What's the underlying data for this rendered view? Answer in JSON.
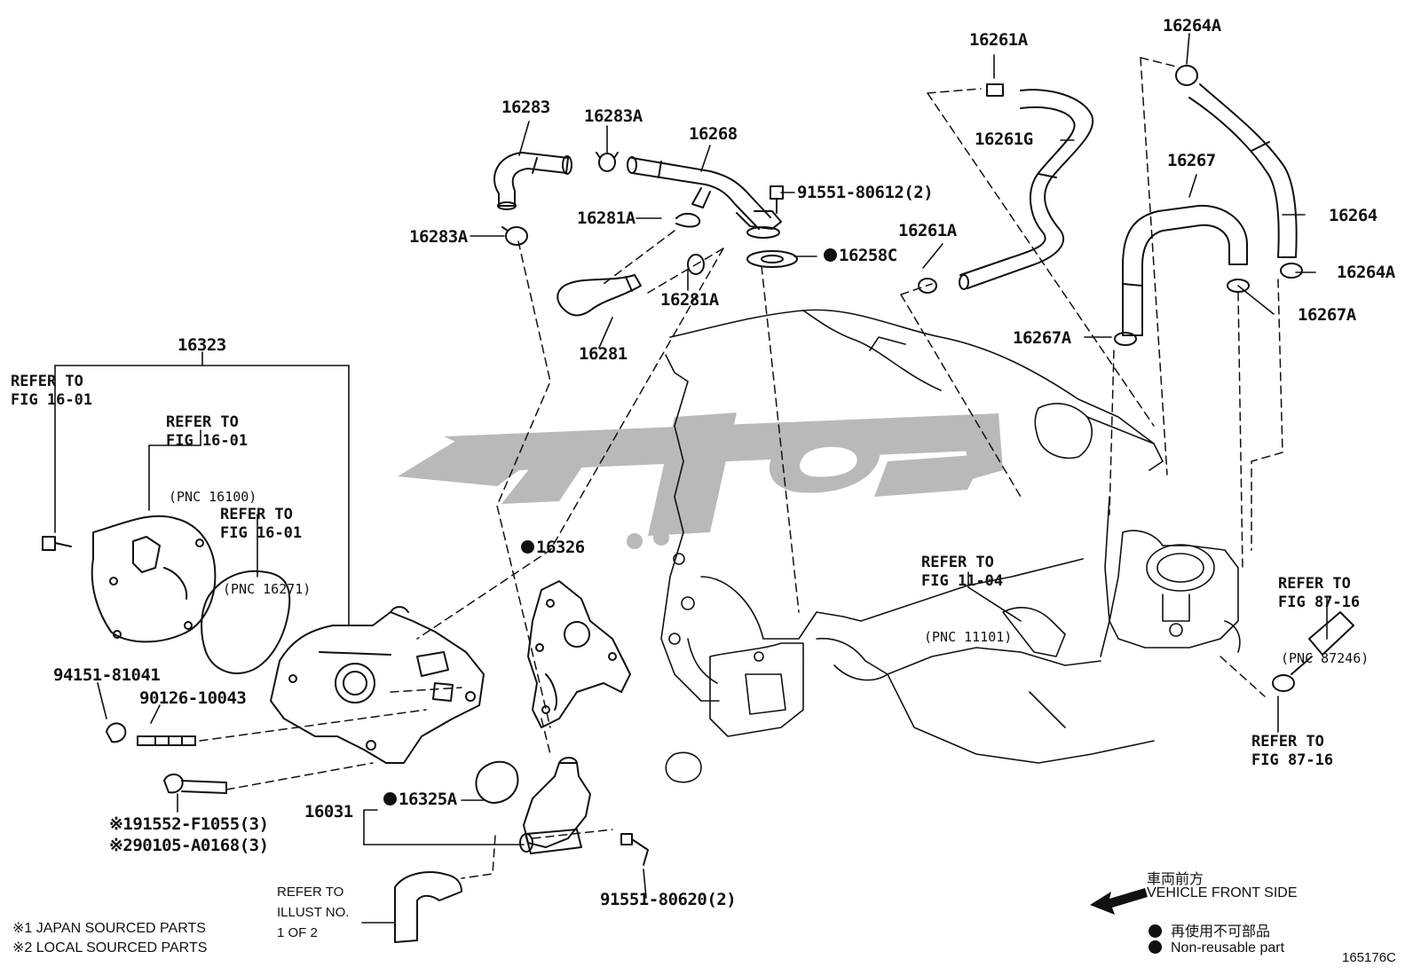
{
  "diagram_code": "165176C",
  "colors": {
    "line": "#111111",
    "watermark": "#b7b7b7",
    "background": "#ffffff"
  },
  "part_labels": {
    "p16283": "16283",
    "p16283A_top": "16283A",
    "p16268": "16268",
    "p91551_80612": "91551-80612(2)",
    "p16281A_left": "16281A",
    "p16283A_left": "16283A",
    "p16258C": "16258C",
    "p16281A_lower": "16281A",
    "p16281": "16281",
    "p16261A_top": "16261A",
    "p16261G": "16261G",
    "p16261A_mid": "16261A",
    "p16264A_top": "16264A",
    "p16267": "16267",
    "p16264": "16264",
    "p16264A_right": "16264A",
    "p16267A_right": "16267A",
    "p16267A_mid": "16267A",
    "p16323": "16323",
    "p16326": "16326",
    "p94151_81041": "94151-81041",
    "p90126_10043": "90126-10043",
    "p16325A": "16325A",
    "p16031": "16031",
    "p91552_F1055": "※191552-F1055(3)",
    "p90105_A0168": "※290105-A0168(3)",
    "p91551_80620": "91551-80620(2)"
  },
  "references": {
    "ref_left": "REFER TO\nFIG 16-01",
    "ref_16100_main": "REFER TO\nFIG 16-01",
    "ref_16100_pnc": "(PNC 16100)",
    "ref_16271_main": "REFER TO\nFIG 16-01",
    "ref_16271_pnc": "(PNC 16271)",
    "ref_11101_main": "REFER TO\nFIG 11-04",
    "ref_11101_pnc": "(PNC 11101)",
    "ref_87246_main": "REFER TO\nFIG 87-16",
    "ref_87246_pnc": "(PNC 87246)",
    "ref_8716_bottom": "REFER TO\nFIG 87-16",
    "ref_illust": "REFER TO\nILLUST NO.\n1 OF 2"
  },
  "notes": {
    "note1": "※1 JAPAN SOURCED PARTS",
    "note2": "※2 LOCAL SOURCED PARTS"
  },
  "legend": {
    "direction_jp": "車両前方",
    "direction_en": "VEHICLE FRONT SIDE",
    "nonreusable_jp": "再使用不可部品",
    "nonreusable_en": "Non-reusable part"
  }
}
